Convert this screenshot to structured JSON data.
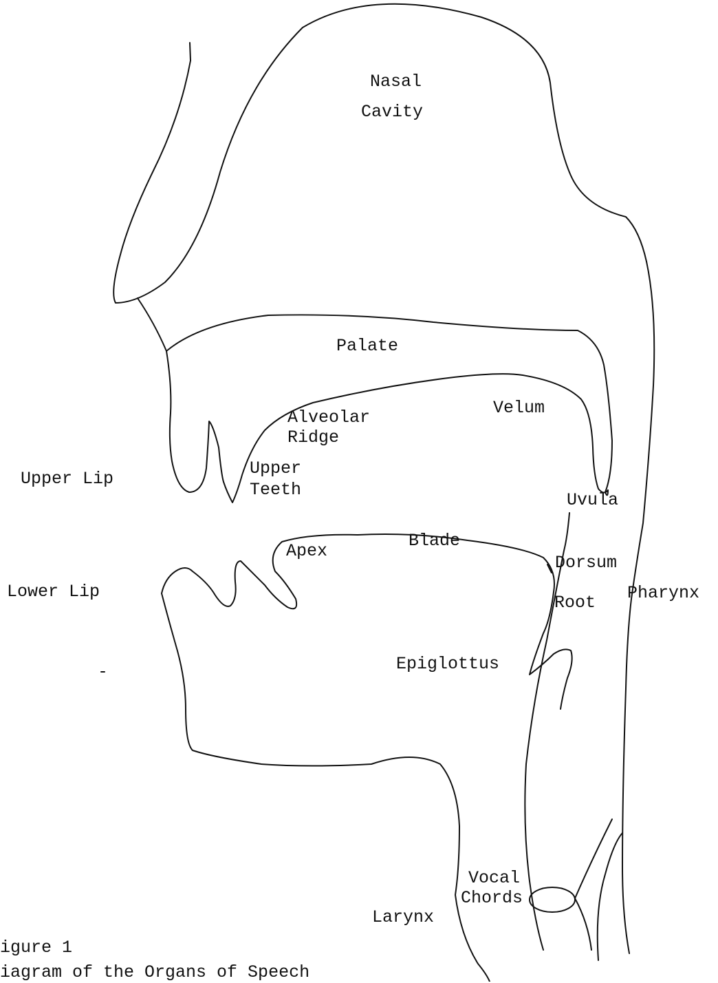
{
  "diagram": {
    "labels": {
      "nasal_cavity_1": "Nasal",
      "nasal_cavity_2": "Cavity",
      "palate": "Palate",
      "alveolar_1": "Alveolar",
      "alveolar_2": "Ridge",
      "velum": "Velum",
      "upper_lip": "Upper Lip",
      "upper_teeth_1": "Upper",
      "upper_teeth_2": "Teeth",
      "uvula": "Uvula",
      "apex": "Apex",
      "blade": "Blade",
      "dorsum": "Dorsum",
      "lower_lip": "Lower Lip",
      "root": "Root",
      "pharynx": "Pharynx",
      "epiglottus": "Epiglottus",
      "vocal_1": "Vocal",
      "vocal_2": "Chords",
      "larynx": "Larynx"
    },
    "caption": {
      "figure_label": "igure 1",
      "title": "iagram of the Organs of Speech"
    }
  }
}
